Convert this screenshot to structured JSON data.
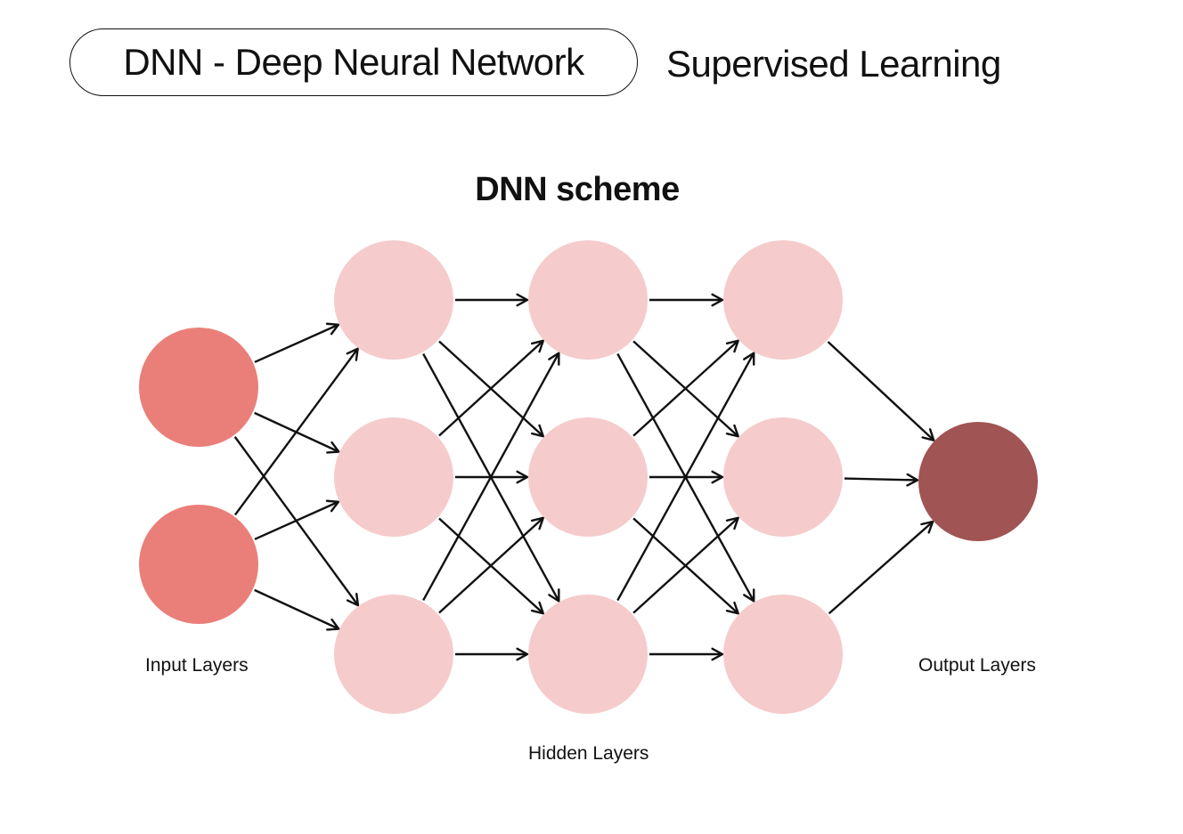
{
  "header": {
    "topic": "DNN - Deep Neural Network",
    "category": "Supervised Learning"
  },
  "diagram": {
    "title": "DNN scheme",
    "labels": {
      "input": "Input Layers",
      "hidden": "Hidden Layers",
      "output": "Output Layers"
    },
    "colors": {
      "input_node": "#ea7f7a",
      "hidden_node": "#f5cbcb",
      "output_node": "#a05453",
      "edge": "#111111"
    },
    "layers": [
      {
        "role": "input",
        "nodes": 2
      },
      {
        "role": "hidden",
        "nodes": 3
      },
      {
        "role": "hidden",
        "nodes": 3
      },
      {
        "role": "hidden",
        "nodes": 3
      },
      {
        "role": "output",
        "nodes": 1
      }
    ],
    "connectivity": "fully-connected"
  }
}
